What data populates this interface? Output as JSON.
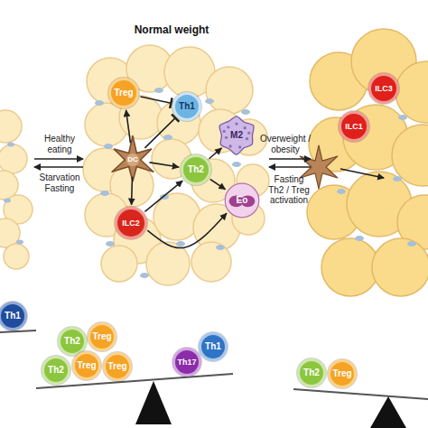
{
  "diagram": {
    "title": "Normal weight",
    "nodes": [
      {
        "text": [
          "Treg"
        ]
      },
      {
        "text": [
          "Th1"
        ]
      },
      {
        "text": [
          "DC"
        ]
      },
      {
        "text": [
          "M2"
        ]
      },
      {
        "text": [
          "Th2"
        ]
      },
      {
        "text": [
          "ILC2"
        ]
      },
      {
        "text": [
          "Eo"
        ]
      },
      {
        "text": [
          "ILC3"
        ]
      },
      {
        "text": [
          "ILC1"
        ]
      },
      {
        "text": [
          "Th1"
        ]
      },
      {
        "text": [
          "Th2"
        ]
      },
      {
        "text": [
          "Treg"
        ]
      },
      {
        "text": [
          "Th2"
        ]
      },
      {
        "text": [
          "Treg"
        ]
      },
      {
        "text": [
          "Treg"
        ]
      },
      {
        "text": [
          "Th17"
        ]
      },
      {
        "text": [
          "Th1"
        ]
      },
      {
        "text": [
          "Th2"
        ]
      },
      {
        "text": [
          "Treg"
        ]
      }
    ],
    "edges": [
      {
        "from": 0,
        "to": 1,
        "arrow": "to"
      },
      {
        "from": 2,
        "to": 0,
        "arrow": "to"
      },
      {
        "from": 2,
        "to": 1,
        "arrow": "to"
      },
      {
        "from": 2,
        "to": 4,
        "arrow": "to"
      },
      {
        "from": 2,
        "to": 5,
        "arrow": "to"
      },
      {
        "from": 4,
        "to": 3,
        "arrow": "to"
      },
      {
        "from": 4,
        "to": 6,
        "arrow": "to"
      },
      {
        "from": 5,
        "to": 4,
        "arrow": "to"
      },
      {
        "from": 5,
        "to": 6,
        "arrow": "to"
      }
    ],
    "labels": [
      "Healthy eating",
      "Starvation Fasting",
      "Overweight / obesity",
      "Fasting Th2 / Treg activation"
    ]
  }
}
